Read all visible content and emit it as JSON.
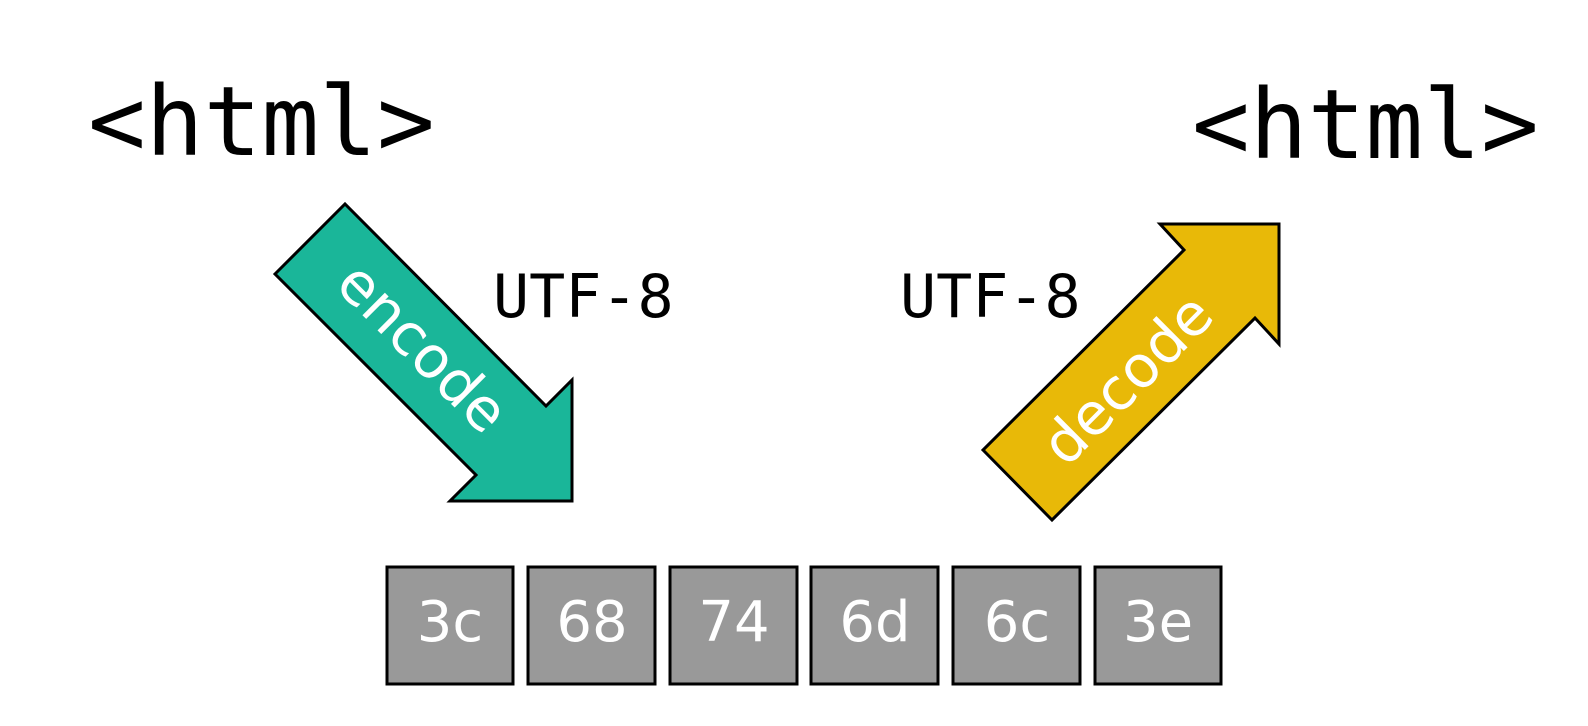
{
  "source_text": "<html>",
  "target_text": "<html>",
  "encode": {
    "label": "encode",
    "encoding": "UTF-8",
    "color": "#1ab699"
  },
  "decode": {
    "label": "decode",
    "encoding": "UTF-8",
    "color": "#e8b908"
  },
  "bytes": [
    "3c",
    "68",
    "74",
    "6d",
    "6c",
    "3e"
  ],
  "byte_color": "#999999"
}
